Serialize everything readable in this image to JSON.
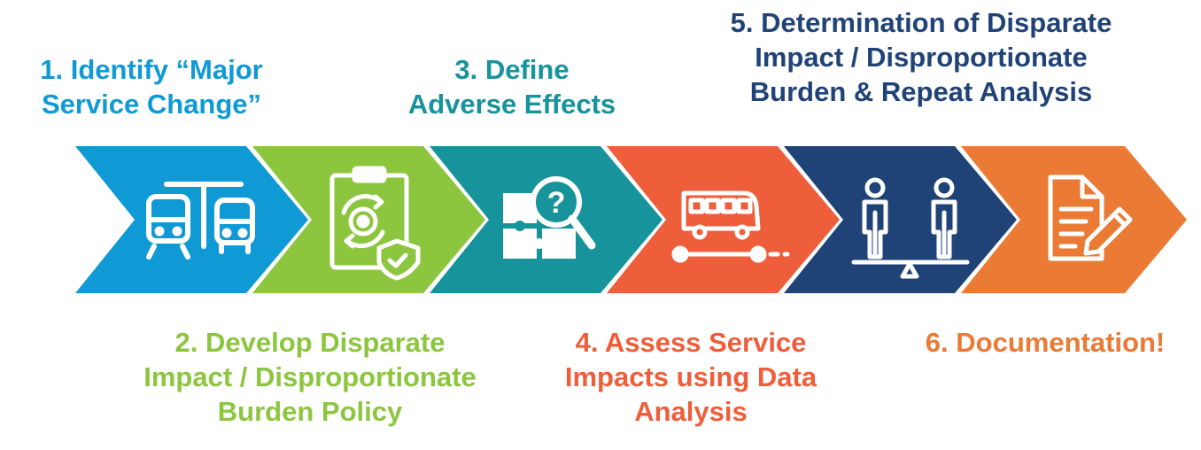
{
  "steps": [
    {
      "number": "1.",
      "lines": [
        "1.  Identify “Major",
        "Service Change”"
      ],
      "color": "#0f9ad6",
      "icon": "transit-icon"
    },
    {
      "number": "2.",
      "lines": [
        "2. Develop Disparate",
        "Impact / Disproportionate",
        "Burden Policy"
      ],
      "color": "#8cc63f",
      "icon": "policy-clipboard-icon"
    },
    {
      "number": "3.",
      "lines": [
        "3. Define",
        "Adverse Effects"
      ],
      "color": "#17939b",
      "icon": "puzzle-search-icon"
    },
    {
      "number": "4.",
      "lines": [
        "4. Assess Service",
        "Impacts using Data",
        "Analysis"
      ],
      "color": "#ee5e3b",
      "icon": "bus-route-icon"
    },
    {
      "number": "5.",
      "lines": [
        "5. Determination of Disparate",
        "Impact / Disproportionate",
        "Burden & Repeat Analysis"
      ],
      "color": "#1f4277",
      "icon": "people-balance-icon"
    },
    {
      "number": "6.",
      "lines": [
        "6. Documentation!"
      ],
      "color": "#ea7a34",
      "icon": "document-pen-icon"
    }
  ]
}
